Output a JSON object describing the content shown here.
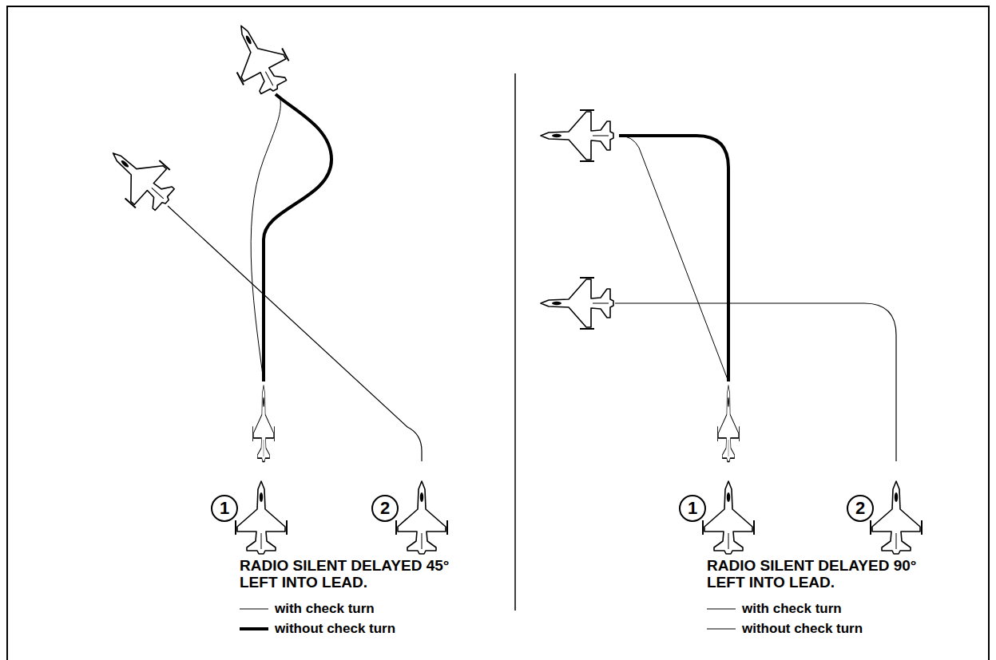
{
  "diagram": {
    "labels": [
      "1",
      "2",
      "RADIO SILENT DELAYED 45° LEFT INTO LEAD.",
      "1",
      "2",
      "RADIO SILENT DELAYED 90° LEFT INTO LEAD."
    ],
    "legend": [
      {
        "text": "with check turn"
      },
      {
        "text": "without check turn"
      },
      {
        "text": "with check turn"
      },
      {
        "text": "without check turn"
      }
    ]
  }
}
